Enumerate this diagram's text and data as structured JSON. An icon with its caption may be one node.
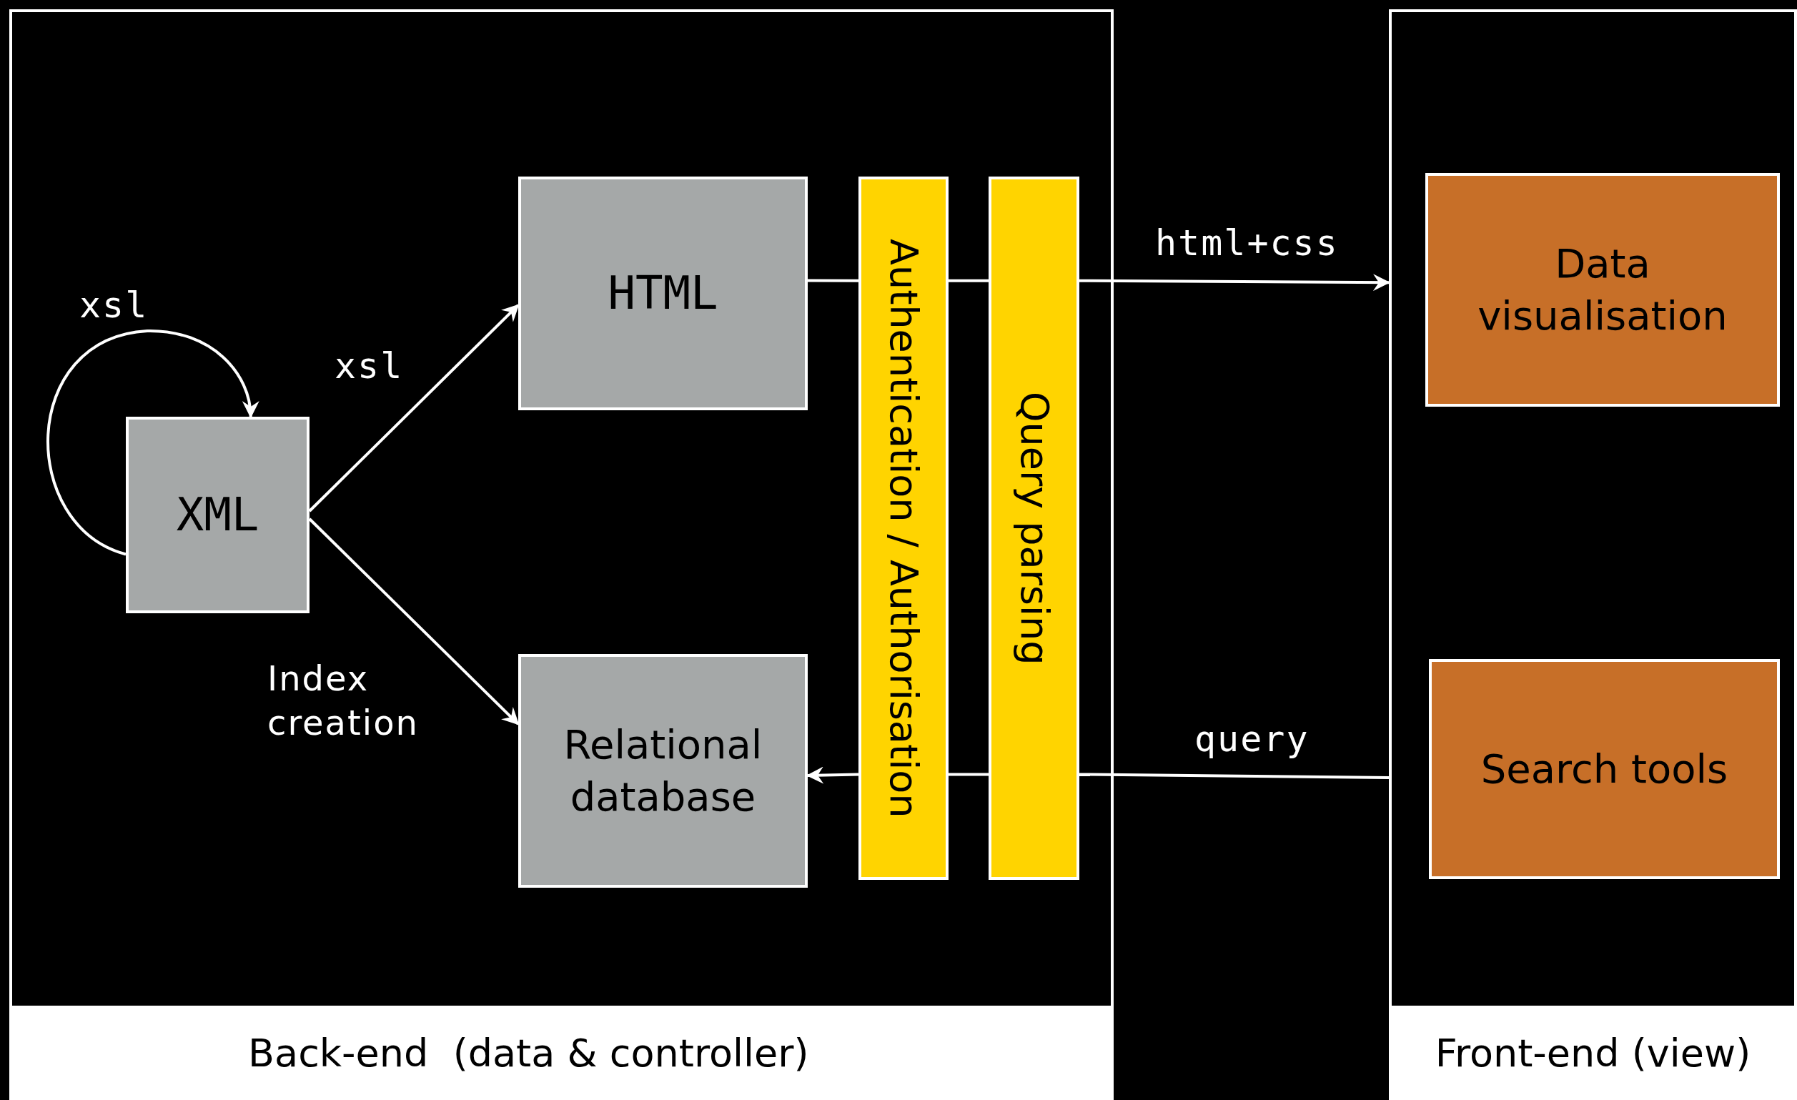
{
  "diagram": {
    "nodes": [
      {
        "text": [
          "Back-end  (data & controller)"
        ]
      },
      {
        "text": [
          "Front-end (view)"
        ]
      },
      {
        "text": [
          "XML"
        ],
        "in": 0
      },
      {
        "text": [
          "HTML"
        ],
        "in": 0
      },
      {
        "text": [
          "Relational database"
        ],
        "in": 0
      },
      {
        "text": [
          "Authentication / Authorisation"
        ],
        "in": 0
      },
      {
        "text": [
          "Query parsing"
        ],
        "in": 0
      },
      {
        "text": [
          "Data visualisation"
        ],
        "in": 1
      },
      {
        "text": [
          "Search tools"
        ],
        "in": 1
      }
    ],
    "edges": [
      {
        "from": 2,
        "to": 2,
        "arrow": "to",
        "label": "xsl"
      },
      {
        "from": 2,
        "to": 3,
        "arrow": "to",
        "label": "xsl"
      },
      {
        "from": 2,
        "to": 4,
        "arrow": "to",
        "label": "Index creation"
      },
      {
        "from": 3,
        "to": 5,
        "arrow": "none"
      },
      {
        "from": 5,
        "to": 6,
        "arrow": "none"
      },
      {
        "from": 6,
        "to": 1,
        "arrow": "to",
        "label": "html+css"
      },
      {
        "from": 1,
        "to": 6,
        "arrow": "none",
        "label": "query"
      },
      {
        "from": 6,
        "to": 5,
        "arrow": "none"
      },
      {
        "from": 5,
        "to": 4,
        "arrow": "to"
      }
    ]
  }
}
